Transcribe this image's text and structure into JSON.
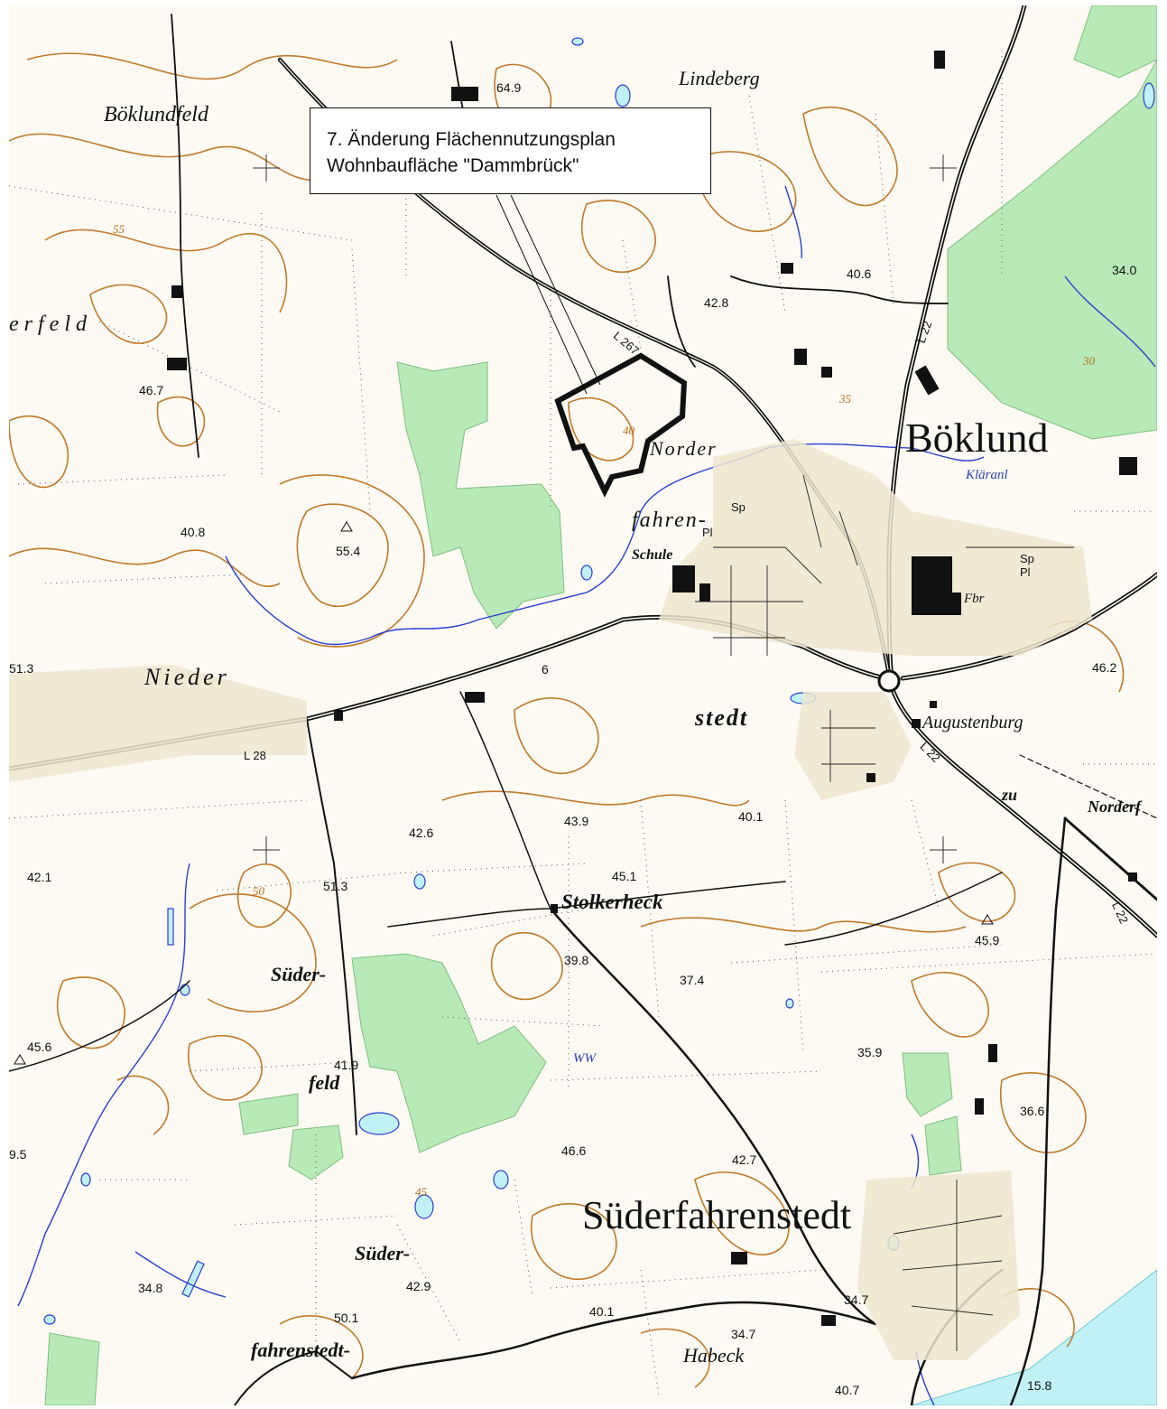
{
  "callout": {
    "line1": "7. Änderung Flächennutzungsplan",
    "line2": "Wohnbaufläche \"Dammbrück\""
  },
  "places": {
    "boklund": "Böklund",
    "suderfahrenstedt": "Süderfahrenstedt",
    "boklundfeld": "Böklundfeld",
    "lindeberg": "Lindeberg",
    "erfeld": "erfeld",
    "nieder": "Nieder",
    "norder": "Norder",
    "fahren": "fahren-",
    "stedt": "stedt",
    "augustenburg": "Augustenburg",
    "stolkerheck": "Stolkerheck",
    "suder1": "Süder-",
    "feld": "feld",
    "suder2": "Süder-",
    "fahrenstedt": "fahrenstedt-",
    "habeck": "Habeck",
    "schule": "Schule",
    "norderf": "Norderf",
    "zu": "zu"
  },
  "symbols": {
    "sp1": "Sp",
    "pl1": "Pl",
    "sp2": "Sp",
    "pl2": "Pl",
    "fbr": "Fbr",
    "klaranl": "Kläranl",
    "ww": "WW"
  },
  "roads": {
    "l267": "L 267",
    "l22a": "L 22",
    "l22b": "L 22",
    "l22c": "L 22",
    "l28": "L 28"
  },
  "heights": {
    "h1": "34.0",
    "h2": "40.6",
    "h3": "42.8",
    "h4": "46.7",
    "h5": "40.8",
    "h6": "55.4",
    "h7": "51.3",
    "h8": "46.2",
    "h9": "42.6",
    "h10": "43.9",
    "h11": "40.1",
    "h12": "42.1",
    "h13": "51.3",
    "h14": "45.1",
    "h15": "45.9",
    "h16": "39.8",
    "h17": "37.4",
    "h18": "45.6",
    "h19": "35.9",
    "h20": "41.9",
    "h21": "36.6",
    "h22": "9.5",
    "h23": "46.6",
    "h24": "42.7",
    "h25": "34.8",
    "h26": "50.1",
    "h27": "42.9",
    "h28": "40.1",
    "h29": "34.7",
    "h30": "34.7",
    "h31": "40.7",
    "h32": "15.8",
    "h33": "64.9",
    "h34": "6"
  },
  "contours": {
    "c1": "55",
    "c2": "50",
    "c3": "45",
    "c4": "40",
    "c5": "35",
    "c6": "30"
  },
  "colors": {
    "forest": "#b7eab7",
    "water": "#bff1f5",
    "contour": "#c07a2a",
    "river": "#2b3ed0",
    "road": "#111111",
    "outline": "#111111"
  }
}
